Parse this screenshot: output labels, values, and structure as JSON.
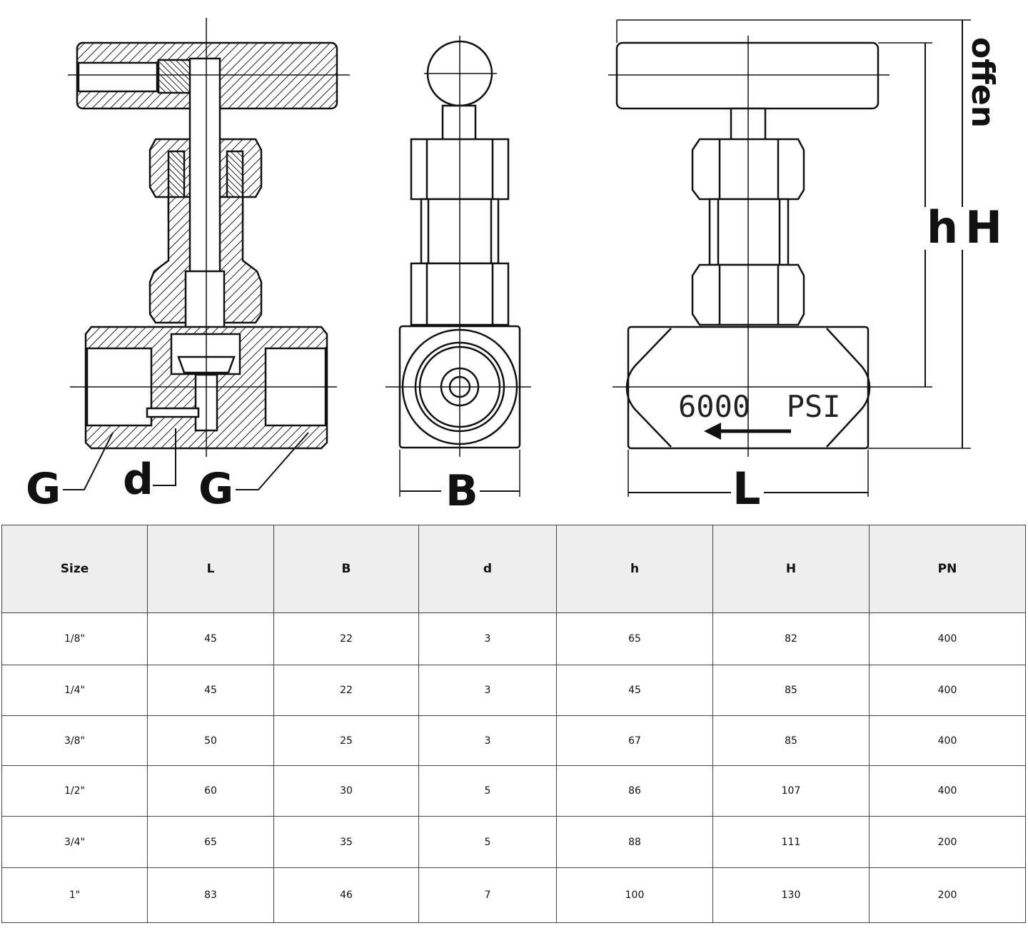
{
  "drawing": {
    "labels": {
      "G_left": "G",
      "d": "d",
      "G_right": "G",
      "B": "B",
      "L": "L",
      "h": "h",
      "H": "H",
      "offen": "offen",
      "pressure": "6000  PSI"
    }
  },
  "table": {
    "headers": [
      "Size",
      "L",
      "B",
      "d",
      "h",
      "H",
      "PN"
    ],
    "rows": [
      [
        "1/8\"",
        "45",
        "22",
        "3",
        "65",
        "82",
        "400"
      ],
      [
        "1/4\"",
        "45",
        "22",
        "3",
        "45",
        "85",
        "400"
      ],
      [
        "3/8\"",
        "50",
        "25",
        "3",
        "67",
        "85",
        "400"
      ],
      [
        "1/2\"",
        "60",
        "30",
        "5",
        "86",
        "107",
        "400"
      ],
      [
        "3/4\"",
        "65",
        "35",
        "5",
        "88",
        "111",
        "200"
      ],
      [
        "1\"",
        "83",
        "46",
        "7",
        "100",
        "130",
        "200"
      ]
    ]
  },
  "colors": {
    "line": "#111111",
    "header_bg": "#eeeeee",
    "border": "#444444"
  }
}
